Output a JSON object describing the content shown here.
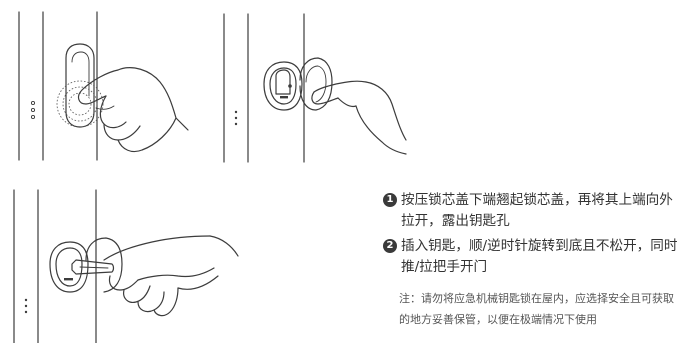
{
  "steps": [
    {
      "number": "1",
      "text": "按压锁芯盖下端翘起锁芯盖，再将其上端向外拉开，露出钥匙孔"
    },
    {
      "number": "2",
      "text": "插入钥匙，顺/逆时针旋转到底且不松开，同时推/拉把手开门"
    }
  ],
  "note": "注：请勿将应急机械钥匙锁在屋内，应选择安全且可获取的地方妥善保管，以便在极端情况下使用"
}
